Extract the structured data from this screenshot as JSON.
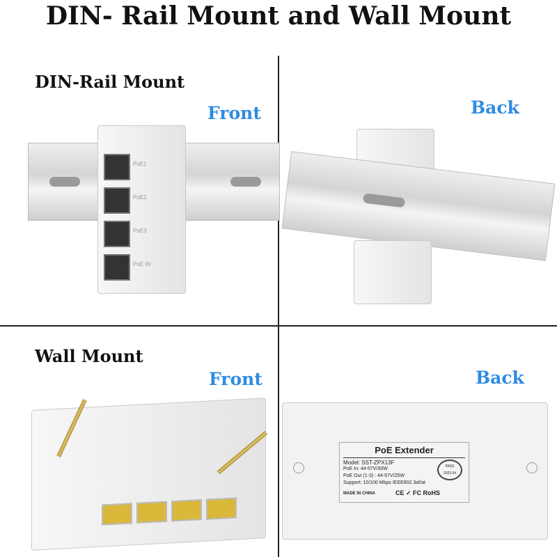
{
  "title": "DIN- Rail Mount and Wall Mount",
  "din_rail": {
    "heading": "DIN-Rail Mount",
    "front": "Front",
    "back": "Back"
  },
  "wall": {
    "heading": "Wall Mount",
    "front": "Front",
    "back": "Back"
  },
  "ports": [
    "PoE1",
    "PoE2",
    "PoE3",
    "PoE IN"
  ],
  "product_label": {
    "name": "PoE Extender",
    "model": "Model: SST-ZPX13F",
    "poe_in": "PoE In: 44-57V/30W",
    "poe_out": "PoE Out (1-3) : 44-57V/25W",
    "support": "Support: 10/100 Mbps IEEE802.3af/at",
    "origin": "MADE IN CHINA",
    "marks": "CE ✓ FC RoHS",
    "pass_stamp": "PASS",
    "pass_date": "2023.04"
  },
  "colors": {
    "accent": "#2f8be0"
  }
}
